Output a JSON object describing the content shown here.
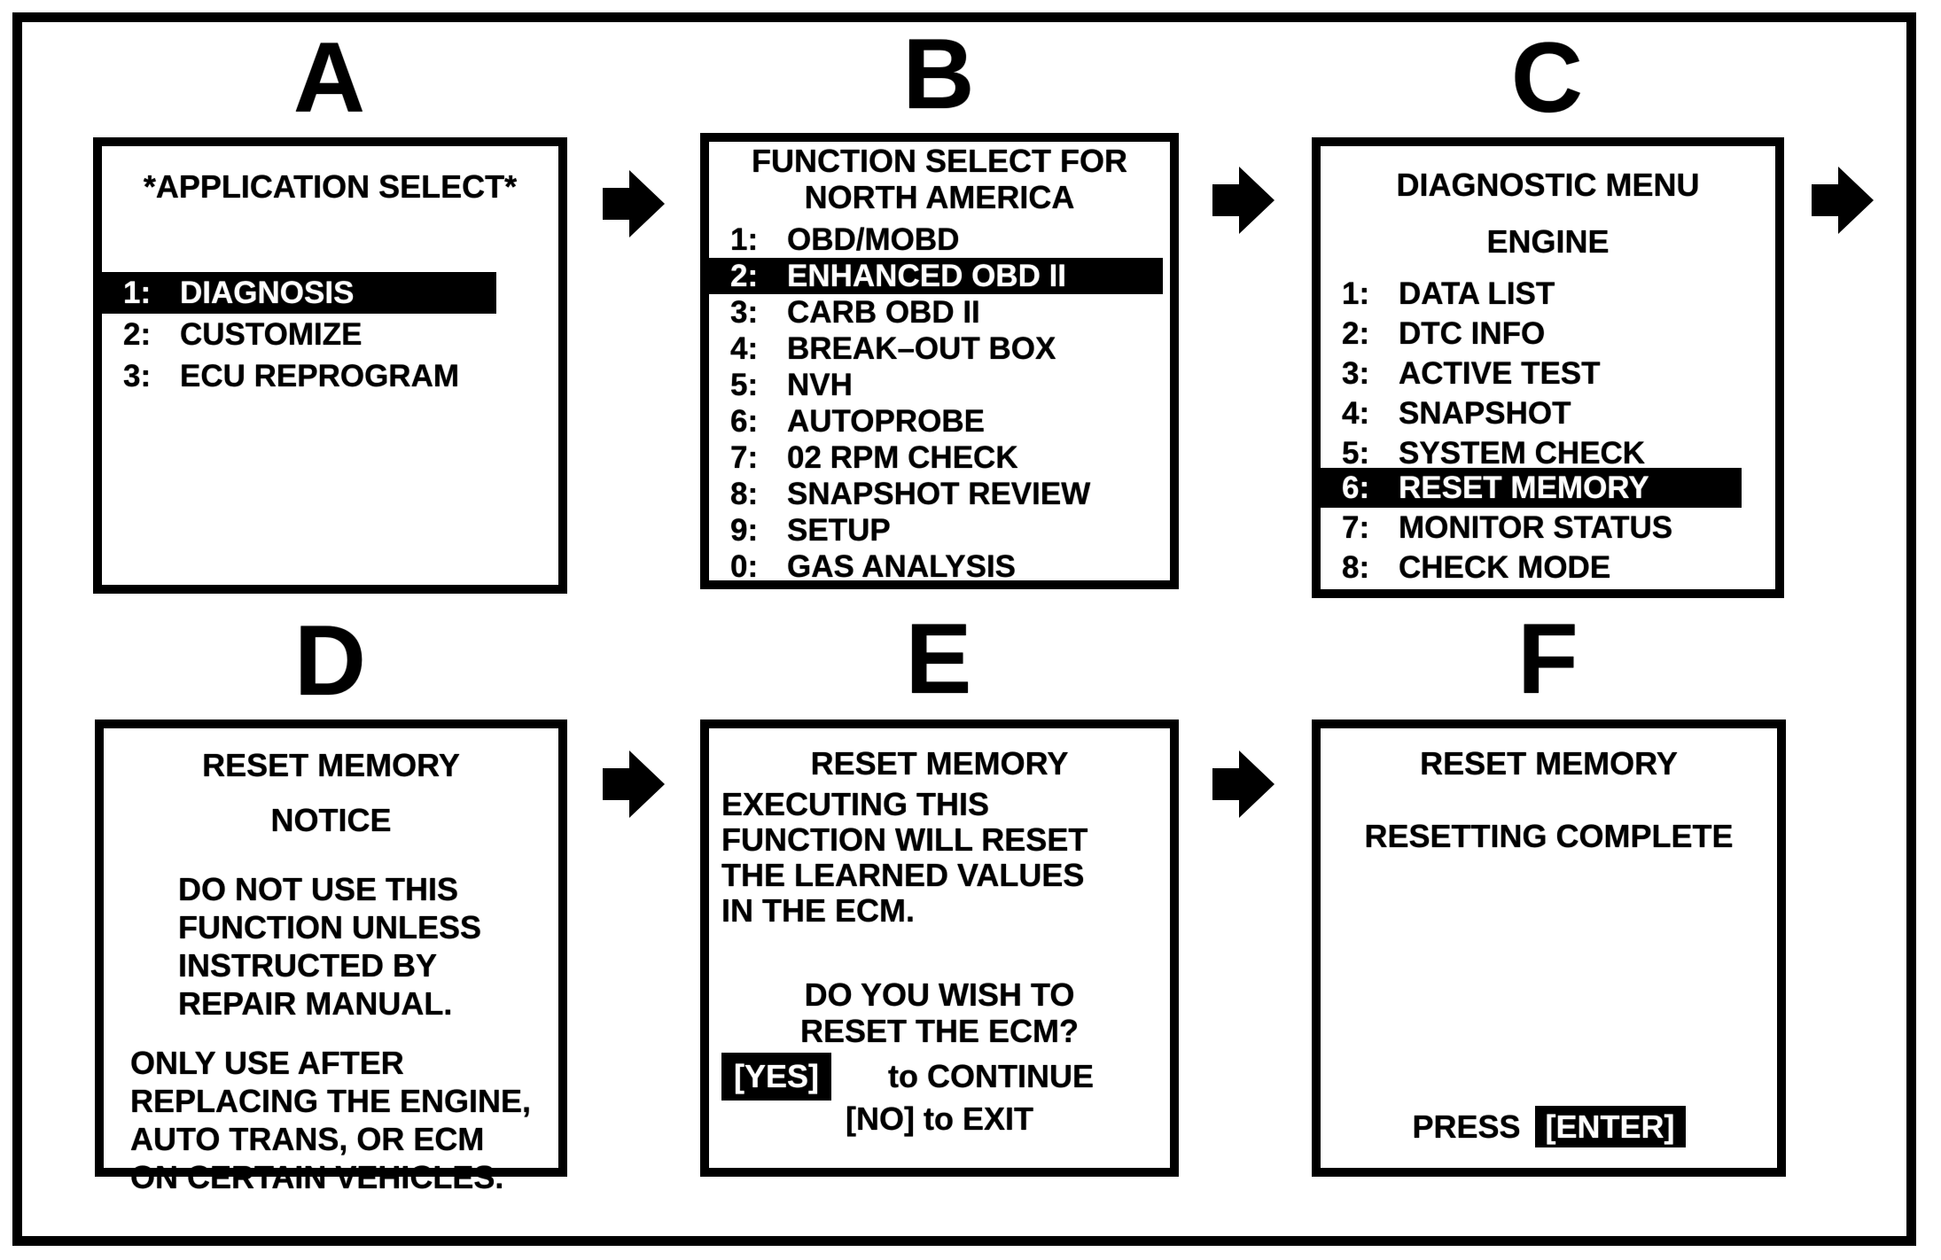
{
  "colors": {
    "ink": "#000000",
    "paper": "#ffffff"
  },
  "panels": [
    {
      "label": "A",
      "title": [
        "*APPLICATION SELECT*"
      ],
      "menu": [
        {
          "key": "1:",
          "text": "DIAGNOSIS",
          "highlighted": true
        },
        {
          "key": "2:",
          "text": "CUSTOMIZE",
          "highlighted": false
        },
        {
          "key": "3:",
          "text": "ECU REPROGRAM",
          "highlighted": false
        }
      ]
    },
    {
      "label": "B",
      "title": [
        "FUNCTION SELECT FOR",
        "NORTH AMERICA"
      ],
      "menu": [
        {
          "key": "1:",
          "text": "OBD/MOBD",
          "highlighted": false
        },
        {
          "key": "2:",
          "text": "ENHANCED OBD II",
          "highlighted": true
        },
        {
          "key": "3:",
          "text": "CARB OBD II",
          "highlighted": false
        },
        {
          "key": "4:",
          "text": "BREAK–OUT BOX",
          "highlighted": false
        },
        {
          "key": "5:",
          "text": "NVH",
          "highlighted": false
        },
        {
          "key": "6:",
          "text": "AUTOPROBE",
          "highlighted": false
        },
        {
          "key": "7:",
          "text": "02 RPM CHECK",
          "highlighted": false
        },
        {
          "key": "8:",
          "text": "SNAPSHOT REVIEW",
          "highlighted": false
        },
        {
          "key": "9:",
          "text": "SETUP",
          "highlighted": false
        },
        {
          "key": "0:",
          "text": "GAS ANALYSIS",
          "highlighted": false
        }
      ]
    },
    {
      "label": "C",
      "title": [
        "DIAGNOSTIC MENU",
        "ENGINE"
      ],
      "menu": [
        {
          "key": "1:",
          "text": "DATA LIST",
          "highlighted": false
        },
        {
          "key": "2:",
          "text": "DTC INFO",
          "highlighted": false
        },
        {
          "key": "3:",
          "text": "ACTIVE TEST",
          "highlighted": false
        },
        {
          "key": "4:",
          "text": "SNAPSHOT",
          "highlighted": false
        },
        {
          "key": "5:",
          "text": "SYSTEM CHECK",
          "highlighted": false
        },
        {
          "key": "6:",
          "text": "RESET MEMORY",
          "highlighted": true
        },
        {
          "key": "7:",
          "text": "MONITOR STATUS",
          "highlighted": false
        },
        {
          "key": "8:",
          "text": "CHECK MODE",
          "highlighted": false
        }
      ]
    },
    {
      "label": "D",
      "title": [
        "RESET MEMORY",
        "NOTICE"
      ],
      "p1": [
        "DO NOT USE THIS",
        "FUNCTION UNLESS",
        "INSTRUCTED BY",
        "REPAIR MANUAL."
      ],
      "p2": [
        "ONLY USE AFTER",
        "REPLACING THE ENGINE,",
        "AUTO TRANS, OR ECM",
        "ON CERTAIN VEHICLES."
      ]
    },
    {
      "label": "E",
      "title": [
        "RESET MEMORY"
      ],
      "body": [
        "EXECUTING THIS",
        "FUNCTION WILL RESET",
        "THE LEARNED VALUES",
        "IN THE ECM."
      ],
      "prompt": [
        "DO YOU WISH TO",
        "RESET THE ECM?"
      ],
      "yes_key": "[YES]",
      "yes_rest": "to CONTINUE",
      "no_line": "[NO] to EXIT"
    },
    {
      "label": "F",
      "title": [
        "RESET MEMORY"
      ],
      "status": "RESETTING COMPLETE",
      "press_label": "PRESS",
      "enter_key": "[ENTER]"
    }
  ]
}
